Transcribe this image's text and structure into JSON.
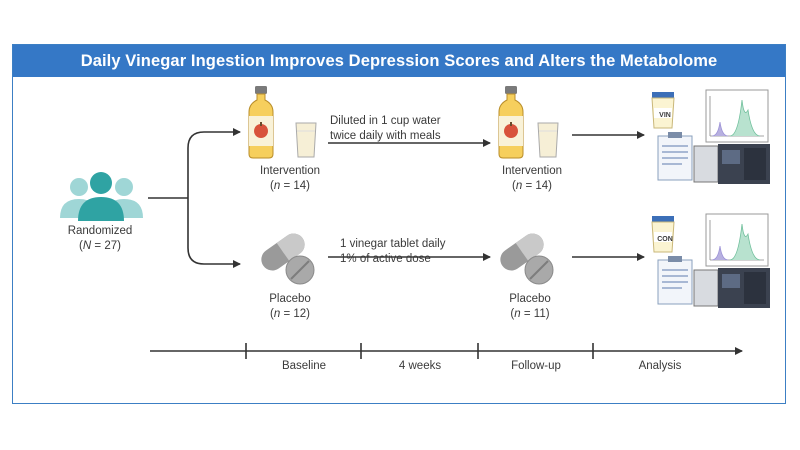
{
  "title": "Daily Vinegar Ingestion Improves Depression Scores and Alters the Metabolome",
  "randomized": {
    "label": "Randomized",
    "n_symbol": "N",
    "n_value": "27"
  },
  "intervention_baseline": {
    "label": "Intervention",
    "n_symbol": "n",
    "n_value": "14"
  },
  "intervention_followup": {
    "label": "Intervention",
    "n_symbol": "n",
    "n_value": "14"
  },
  "placebo_baseline": {
    "label": "Placebo",
    "n_symbol": "n",
    "n_value": "12"
  },
  "placebo_followup": {
    "label": "Placebo",
    "n_symbol": "n",
    "n_value": "11"
  },
  "intervention_note": {
    "line1": "Diluted in 1 cup water",
    "line2": "twice daily with meals"
  },
  "placebo_note": {
    "line1": "1 vinegar tablet daily",
    "line2": "1% of active dose"
  },
  "sample_labels": {
    "intervention": "VIN",
    "placebo": "CON"
  },
  "timeline": {
    "stages": [
      "Baseline",
      "4 weeks",
      "Follow-up",
      "Analysis"
    ]
  },
  "colors": {
    "title_bar": "#3578c6",
    "people": "#3aa6a6",
    "bottle": "#f3c24b",
    "pill": "#8c8c8c",
    "arrow": "#333333"
  }
}
